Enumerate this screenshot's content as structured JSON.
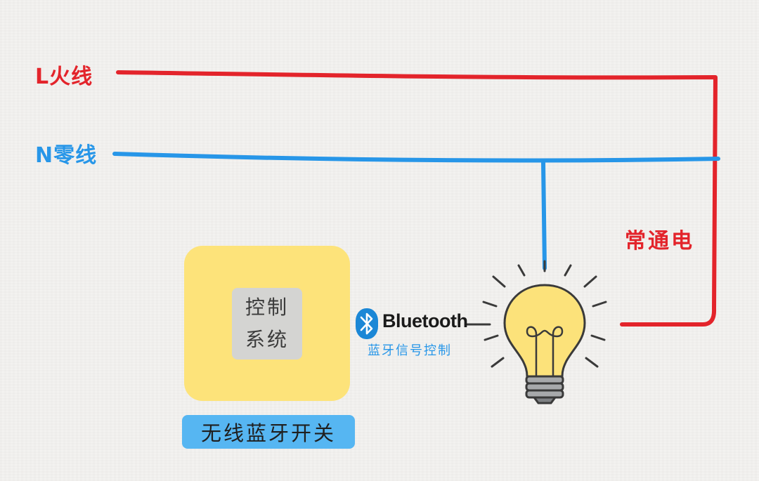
{
  "labels": {
    "live_wire": "L火线",
    "neutral_wire": "N零线",
    "always_powered": "常通电"
  },
  "switch": {
    "control_line1": "控制",
    "control_line2": "系统",
    "name": "无线蓝牙开关"
  },
  "bluetooth": {
    "word": "Bluetooth",
    "subtitle": "蓝牙信号控制"
  },
  "colors": {
    "live": "#e3242b",
    "neutral": "#2796e8",
    "switch_body": "#fde37a",
    "switch_label_bg": "#56b6f2",
    "bluetooth_blue": "#1b87d6",
    "bulb_glass": "#fce27a",
    "bulb_base": "#a7a9ab"
  },
  "icons": {
    "bluetooth": "bluetooth-icon",
    "bulb": "light-bulb-icon"
  }
}
